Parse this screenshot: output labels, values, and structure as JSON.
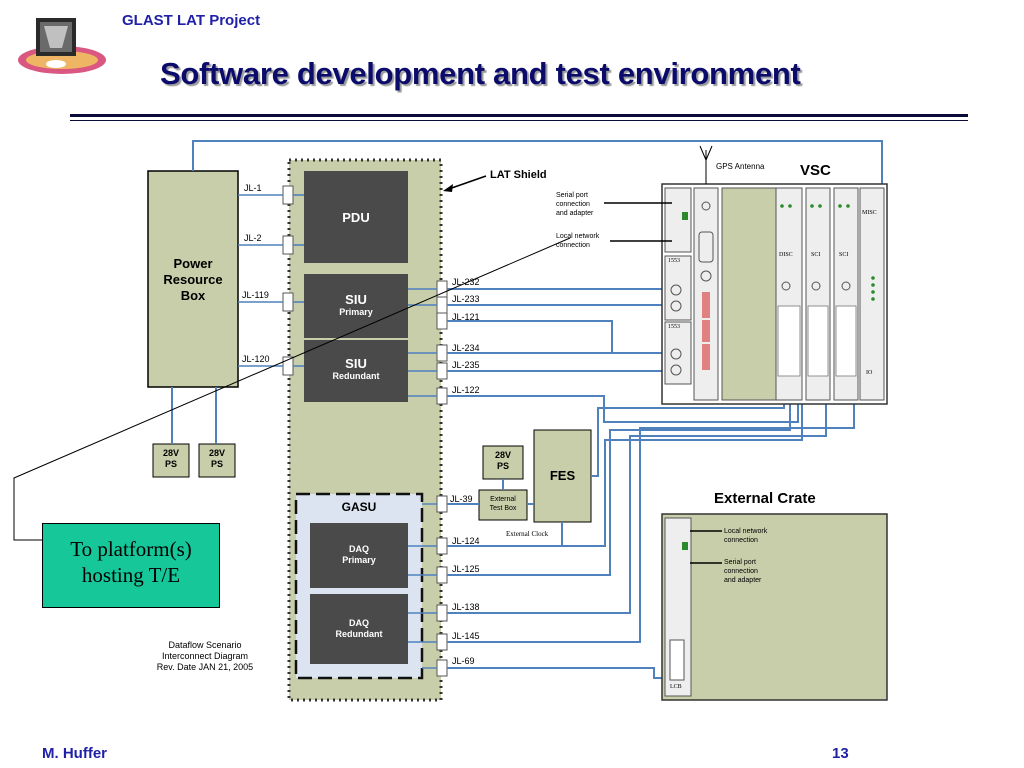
{
  "header": {
    "project": "GLAST LAT Project",
    "title": "Software development and test environment"
  },
  "footer": {
    "author": "M. Huffer",
    "page": "13"
  },
  "diagram": {
    "lat_shield": "LAT Shield",
    "power_box": [
      "Power",
      "Resource",
      "Box"
    ],
    "pdu": "PDU",
    "siu_primary": {
      "name": "SIU",
      "sub": "Primary"
    },
    "siu_redundant": {
      "name": "SIU",
      "sub": "Redundant"
    },
    "gasu": "GASU",
    "daq_primary": {
      "name": "DAQ",
      "sub": "Primary"
    },
    "daq_redundant": {
      "name": "DAQ",
      "sub": "Redundant"
    },
    "ps_left": [
      "28V",
      "PS"
    ],
    "ps_right": [
      "28V",
      "PS"
    ],
    "ps_fes": [
      "28V",
      "PS"
    ],
    "fes": "FES",
    "external_test_box": [
      "External",
      "Test Box"
    ],
    "external_clock": "External Clock",
    "gps_antenna": "GPS Antenna",
    "vsc": "VSC",
    "external_crate": "External Crate",
    "serial_port": [
      "Serial port",
      "connection",
      "and adapter"
    ],
    "local_network": [
      "Local network",
      "connection"
    ],
    "platform": [
      "To platform(s)",
      "hosting T/E"
    ],
    "scenario_note": [
      "Dataflow Scenario",
      "Interconnect Diagram",
      "Rev. Date JAN 21, 2005"
    ],
    "left_connectors": [
      "JL-1",
      "JL-2",
      "JL-119",
      "JL-120"
    ],
    "right_connectors": [
      "JL-232",
      "JL-233",
      "JL-121",
      "JL-234",
      "JL-235",
      "JL-122",
      "JL-39",
      "JL-124",
      "JL-125",
      "JL-138",
      "JL-145",
      "JL-69"
    ],
    "vsc_cards": [
      "DISC",
      "SCI",
      "SCI"
    ],
    "vsc_tiny": [
      "1553",
      "1553",
      "MISC",
      "IO",
      "LCB"
    ]
  },
  "colors": {
    "title": "#0b0b6b",
    "header": "#1f1fa8",
    "box_dark": "#4a4a4a",
    "box_green": "#c8cea9",
    "wire": "#4f81bd",
    "platform": "#16c79a"
  }
}
